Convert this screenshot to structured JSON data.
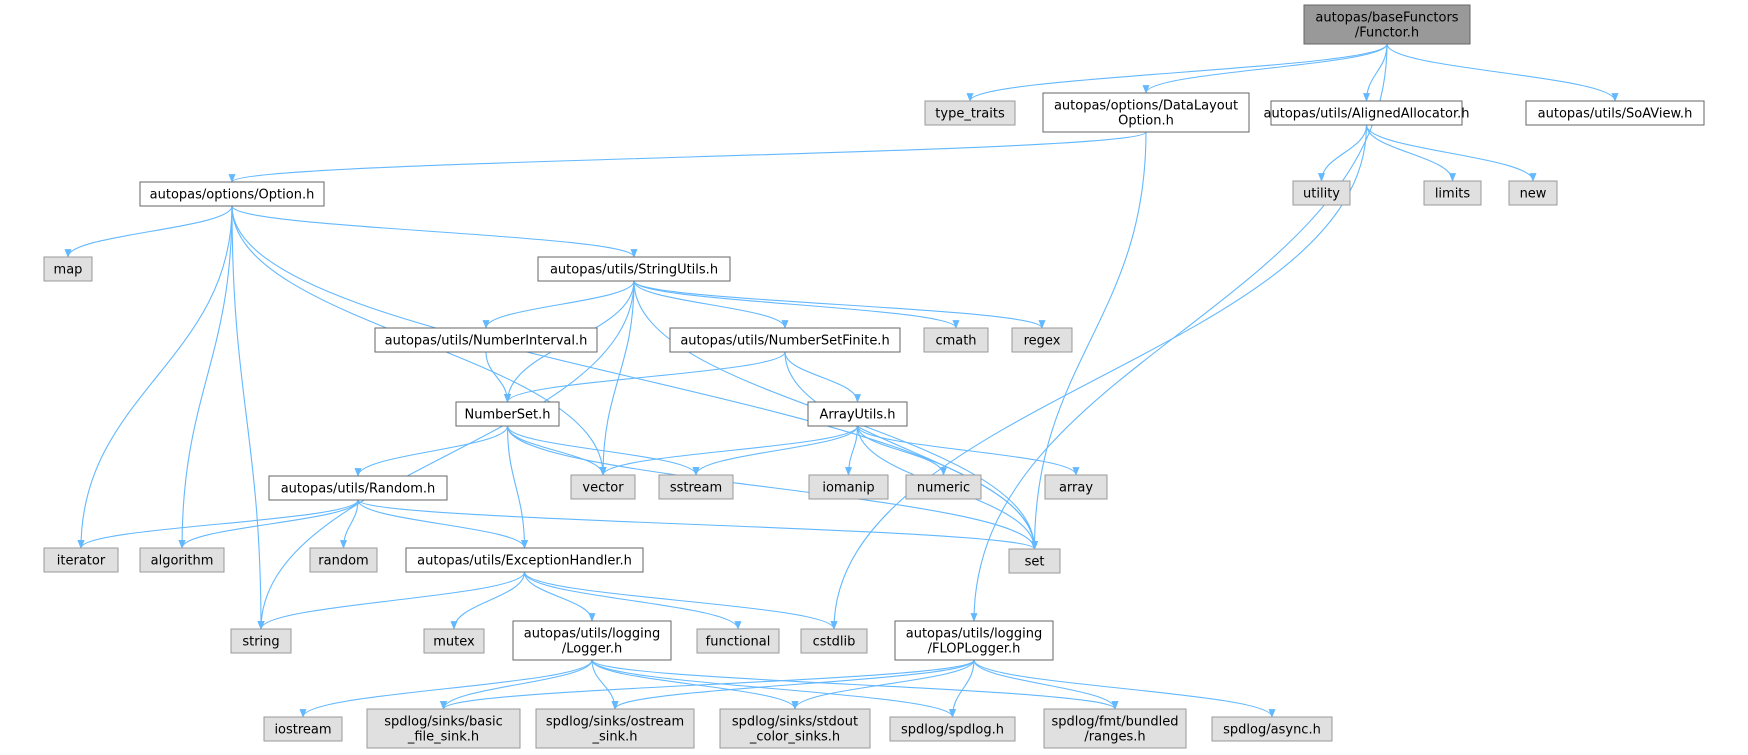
{
  "colors": {
    "root_fill": "#999999",
    "root_stroke": "#666666",
    "doc_fill": "#ffffff",
    "doc_stroke": "#666666",
    "sys_fill": "#e0e0e0",
    "sys_stroke": "#999999",
    "edge": "#63b8ff"
  },
  "nodes": [
    {
      "id": "functor",
      "lines": [
        "autopas/baseFunctors",
        "/Functor.h"
      ],
      "kind": "root"
    },
    {
      "id": "type_traits",
      "lines": [
        "type_traits"
      ],
      "kind": "sys"
    },
    {
      "id": "dlo",
      "lines": [
        "autopas/options/DataLayout",
        "Option.h"
      ],
      "kind": "doc"
    },
    {
      "id": "aligned",
      "lines": [
        "autopas/utils/AlignedAllocator.h"
      ],
      "kind": "doc"
    },
    {
      "id": "soaview",
      "lines": [
        "autopas/utils/SoAView.h"
      ],
      "kind": "doc"
    },
    {
      "id": "option",
      "lines": [
        "autopas/options/Option.h"
      ],
      "kind": "doc"
    },
    {
      "id": "utility",
      "lines": [
        "utility"
      ],
      "kind": "sys"
    },
    {
      "id": "limits",
      "lines": [
        "limits"
      ],
      "kind": "sys"
    },
    {
      "id": "new",
      "lines": [
        "new"
      ],
      "kind": "sys"
    },
    {
      "id": "map",
      "lines": [
        "map"
      ],
      "kind": "sys"
    },
    {
      "id": "stringutils",
      "lines": [
        "autopas/utils/StringUtils.h"
      ],
      "kind": "doc"
    },
    {
      "id": "numinterval",
      "lines": [
        "autopas/utils/NumberInterval.h"
      ],
      "kind": "doc"
    },
    {
      "id": "numsetfinite",
      "lines": [
        "autopas/utils/NumberSetFinite.h"
      ],
      "kind": "doc"
    },
    {
      "id": "cmath",
      "lines": [
        "cmath"
      ],
      "kind": "sys"
    },
    {
      "id": "regex",
      "lines": [
        "regex"
      ],
      "kind": "sys"
    },
    {
      "id": "numberset",
      "lines": [
        "NumberSet.h"
      ],
      "kind": "doc"
    },
    {
      "id": "arrayutils",
      "lines": [
        "ArrayUtils.h"
      ],
      "kind": "doc"
    },
    {
      "id": "random_h",
      "lines": [
        "autopas/utils/Random.h"
      ],
      "kind": "doc"
    },
    {
      "id": "vector",
      "lines": [
        "vector"
      ],
      "kind": "sys"
    },
    {
      "id": "sstream",
      "lines": [
        "sstream"
      ],
      "kind": "sys"
    },
    {
      "id": "iomanip",
      "lines": [
        "iomanip"
      ],
      "kind": "sys"
    },
    {
      "id": "numeric",
      "lines": [
        "numeric"
      ],
      "kind": "sys"
    },
    {
      "id": "array",
      "lines": [
        "array"
      ],
      "kind": "sys"
    },
    {
      "id": "iterator",
      "lines": [
        "iterator"
      ],
      "kind": "sys"
    },
    {
      "id": "algorithm",
      "lines": [
        "algorithm"
      ],
      "kind": "sys"
    },
    {
      "id": "random",
      "lines": [
        "random"
      ],
      "kind": "sys"
    },
    {
      "id": "exception",
      "lines": [
        "autopas/utils/ExceptionHandler.h"
      ],
      "kind": "doc"
    },
    {
      "id": "set",
      "lines": [
        "set"
      ],
      "kind": "sys"
    },
    {
      "id": "string",
      "lines": [
        "string"
      ],
      "kind": "sys"
    },
    {
      "id": "mutex",
      "lines": [
        "mutex"
      ],
      "kind": "sys"
    },
    {
      "id": "logger",
      "lines": [
        "autopas/utils/logging",
        "/Logger.h"
      ],
      "kind": "doc"
    },
    {
      "id": "functional",
      "lines": [
        "functional"
      ],
      "kind": "sys"
    },
    {
      "id": "cstdlib",
      "lines": [
        "cstdlib"
      ],
      "kind": "sys"
    },
    {
      "id": "floplogger",
      "lines": [
        "autopas/utils/logging",
        "/FLOPLogger.h"
      ],
      "kind": "doc"
    },
    {
      "id": "iostream",
      "lines": [
        "iostream"
      ],
      "kind": "sys"
    },
    {
      "id": "basicfile",
      "lines": [
        "spdlog/sinks/basic",
        "_file_sink.h"
      ],
      "kind": "sys"
    },
    {
      "id": "ostream",
      "lines": [
        "spdlog/sinks/ostream",
        "_sink.h"
      ],
      "kind": "sys"
    },
    {
      "id": "stdout",
      "lines": [
        "spdlog/sinks/stdout",
        "_color_sinks.h"
      ],
      "kind": "sys"
    },
    {
      "id": "spdlog",
      "lines": [
        "spdlog/spdlog.h"
      ],
      "kind": "sys"
    },
    {
      "id": "ranges",
      "lines": [
        "spdlog/fmt/bundled",
        "/ranges.h"
      ],
      "kind": "sys"
    },
    {
      "id": "async",
      "lines": [
        "spdlog/async.h"
      ],
      "kind": "sys"
    }
  ],
  "edges": [
    [
      "functor",
      "type_traits"
    ],
    [
      "functor",
      "dlo"
    ],
    [
      "functor",
      "aligned"
    ],
    [
      "functor",
      "soaview"
    ],
    [
      "functor",
      "floplogger"
    ],
    [
      "dlo",
      "option"
    ],
    [
      "dlo",
      "set"
    ],
    [
      "aligned",
      "utility"
    ],
    [
      "aligned",
      "limits"
    ],
    [
      "aligned",
      "new"
    ],
    [
      "aligned",
      "cstdlib"
    ],
    [
      "option",
      "map"
    ],
    [
      "option",
      "stringutils"
    ],
    [
      "option",
      "iterator"
    ],
    [
      "option",
      "algorithm"
    ],
    [
      "option",
      "string"
    ],
    [
      "option",
      "vector"
    ],
    [
      "option",
      "set"
    ],
    [
      "stringutils",
      "numinterval"
    ],
    [
      "stringutils",
      "numsetfinite"
    ],
    [
      "stringutils",
      "cmath"
    ],
    [
      "stringutils",
      "regex"
    ],
    [
      "stringutils",
      "numberset"
    ],
    [
      "stringutils",
      "string"
    ],
    [
      "stringutils",
      "vector"
    ],
    [
      "stringutils",
      "set"
    ],
    [
      "numinterval",
      "numberset"
    ],
    [
      "numsetfinite",
      "numberset"
    ],
    [
      "numsetfinite",
      "arrayutils"
    ],
    [
      "numsetfinite",
      "set"
    ],
    [
      "numberset",
      "random_h"
    ],
    [
      "numberset",
      "vector"
    ],
    [
      "numberset",
      "sstream"
    ],
    [
      "numberset",
      "exception"
    ],
    [
      "numberset",
      "set"
    ],
    [
      "arrayutils",
      "vector"
    ],
    [
      "arrayutils",
      "sstream"
    ],
    [
      "arrayutils",
      "iomanip"
    ],
    [
      "arrayutils",
      "numeric"
    ],
    [
      "arrayutils",
      "array"
    ],
    [
      "arrayutils",
      "set"
    ],
    [
      "random_h",
      "iterator"
    ],
    [
      "random_h",
      "algorithm"
    ],
    [
      "random_h",
      "random"
    ],
    [
      "random_h",
      "exception"
    ],
    [
      "random_h",
      "set"
    ],
    [
      "exception",
      "string"
    ],
    [
      "exception",
      "mutex"
    ],
    [
      "exception",
      "logger"
    ],
    [
      "exception",
      "functional"
    ],
    [
      "exception",
      "cstdlib"
    ],
    [
      "logger",
      "iostream"
    ],
    [
      "logger",
      "basicfile"
    ],
    [
      "logger",
      "ostream"
    ],
    [
      "logger",
      "stdout"
    ],
    [
      "logger",
      "spdlog"
    ],
    [
      "logger",
      "ranges"
    ],
    [
      "floplogger",
      "basicfile"
    ],
    [
      "floplogger",
      "ostream"
    ],
    [
      "floplogger",
      "stdout"
    ],
    [
      "floplogger",
      "spdlog"
    ],
    [
      "floplogger",
      "ranges"
    ],
    [
      "floplogger",
      "async"
    ]
  ]
}
